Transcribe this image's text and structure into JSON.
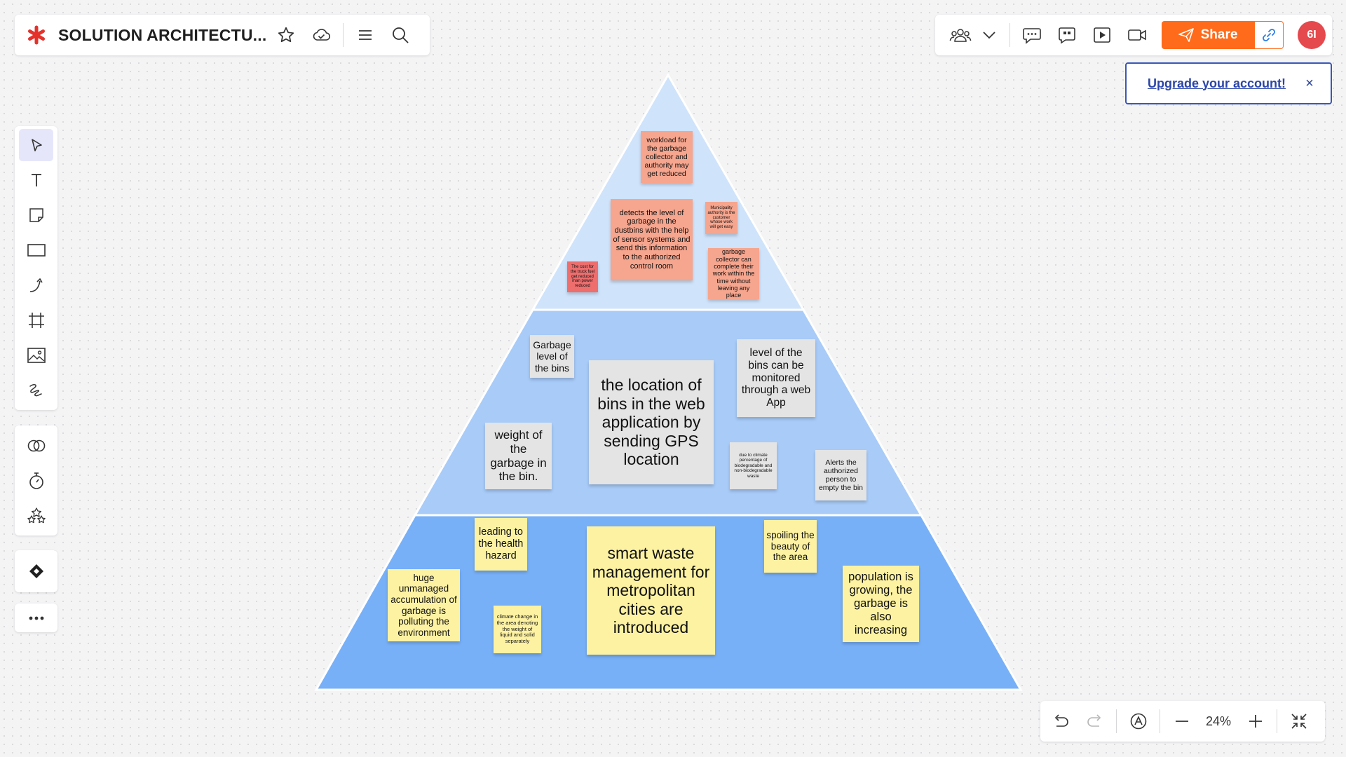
{
  "board": {
    "title": "SOLUTION ARCHITECTU..."
  },
  "header_icons": {
    "left": [
      "asterisk-logo",
      "star-icon",
      "cloud-check-icon",
      "menu-icon",
      "search-icon"
    ],
    "right": [
      "collaborators-icon",
      "chevron-down-icon",
      "comments-icon",
      "feedback-icon",
      "present-icon",
      "video-icon"
    ]
  },
  "share": {
    "label": "Share"
  },
  "user": {
    "initials": "6I"
  },
  "upgrade": {
    "link_text": "Upgrade your account!",
    "close_label": "×"
  },
  "zoom": {
    "level": "24%"
  },
  "colors": {
    "accent": "#ff6b1a",
    "tier_top": "#cfe3fb",
    "tier_middle": "#a8cbf8",
    "tier_bottom": "#78b0f7",
    "note_salmon": "#f6a58e",
    "note_red": "#ee6e6e",
    "note_grey": "#e4e4e4",
    "note_yellow": "#fdf2a2"
  },
  "notes": {
    "top": [
      "workload for the garbage collector and authority may get reduced",
      "detects the level of garbage in the dustbins with the help of sensor systems and send this information to the authorized control room",
      "Municipality authority is the customer whose work will get easy",
      "garbage collector can complete their work within the time without leaving any place",
      "The cost for the truck fuel get reduced man power reduced"
    ],
    "middle": [
      "Garbage level of the bins",
      "the location of bins in the web application by sending GPS location",
      "level of the bins can be monitored through a web App",
      "weight of the garbage in the bin.",
      "due to climate percentage of biodegradable and non-biodegradable waste",
      "Alerts the authorized person to empty the bin"
    ],
    "bottom": [
      "leading to the health hazard",
      "smart waste management for metropolitan cities are introduced",
      "spoiling the beauty of the area",
      "huge unmanaged accumulation of garbage is polluting the environment",
      "climate change in the area denoting the weight of liquid and solid separately",
      "population is growing, the garbage is also increasing"
    ]
  }
}
